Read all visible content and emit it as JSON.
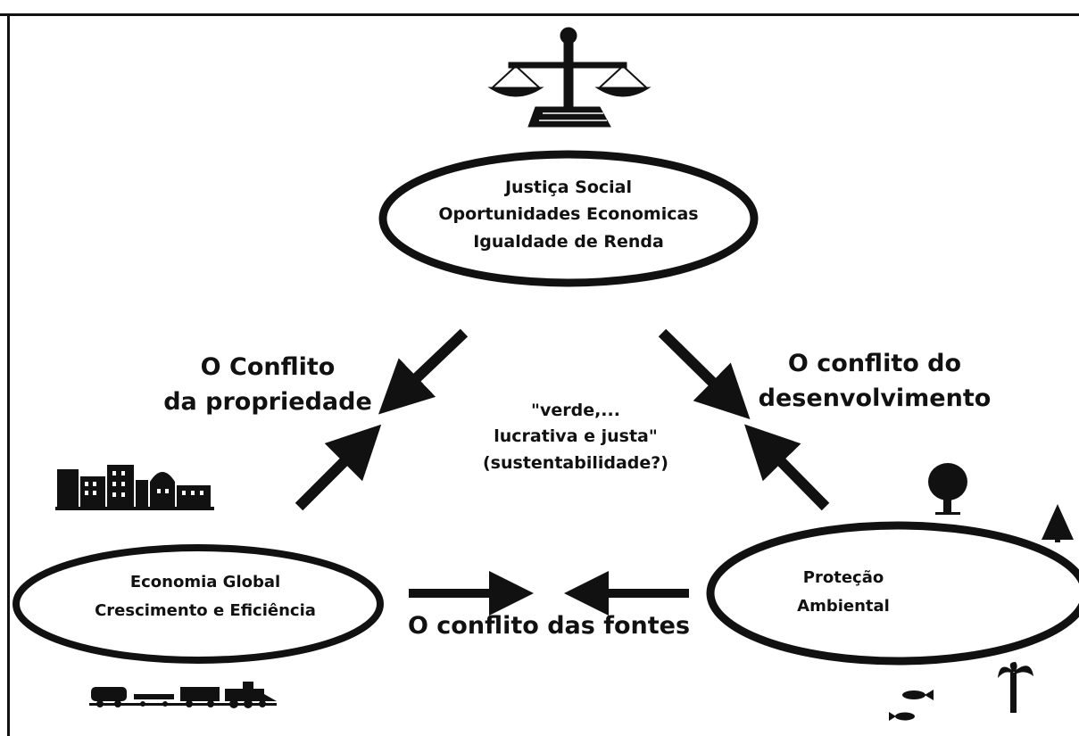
{
  "ovals": {
    "top": {
      "lines": [
        "Justiça Social",
        "Oportunidades Economicas",
        "Igualdade de Renda"
      ]
    },
    "left": {
      "lines": [
        "Economia Global",
        "Crescimento e Eficiência"
      ]
    },
    "right": {
      "lines": [
        "Proteção",
        "Ambiental"
      ]
    }
  },
  "conflicts": {
    "property": {
      "lines": [
        "O Conflito",
        "da propriedade"
      ]
    },
    "development": {
      "lines": [
        "O conflito do",
        "desenvolvimento"
      ]
    },
    "sources": "O conflito das fontes"
  },
  "center": {
    "lines": [
      "\"verde,...",
      "lucrativa e justa\"",
      "(sustentabilidade?)"
    ]
  },
  "icons": [
    "scales-icon",
    "city-skyline-icon",
    "train-icon",
    "tree-icon",
    "pine-tree-icon",
    "palm-tree-icon",
    "fish-icon"
  ],
  "colors": {
    "ink": "#111111",
    "background": "#ffffff"
  }
}
